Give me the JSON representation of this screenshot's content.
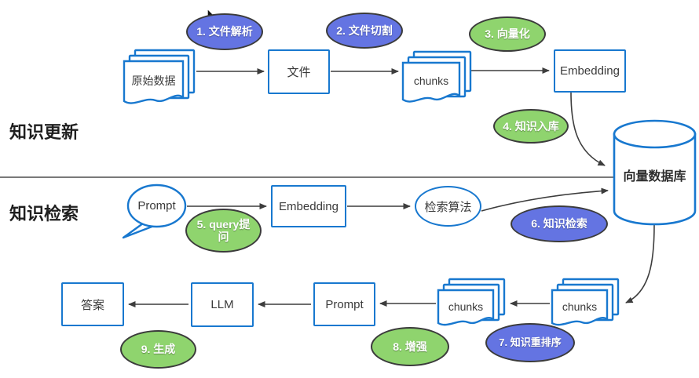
{
  "sections": {
    "knowledge_update": "知识更新",
    "knowledge_retrieval": "知识检索"
  },
  "nodes": {
    "raw_data": "原始数据",
    "file_box": "文件",
    "chunks_top": "chunks",
    "embedding_top": "Embedding",
    "vector_db": "向量数据库",
    "prompt_bubble": "Prompt",
    "embedding_mid": "Embedding",
    "retrieval_algorithm": "检索算法",
    "chunks_retrieved": "chunks",
    "chunks_reranked": "chunks",
    "prompt_box": "Prompt",
    "llm_box": "LLM",
    "answer_box": "答案"
  },
  "steps": [
    {
      "label": "1. 文件解析",
      "color": "blue"
    },
    {
      "label": "2. 文件切割",
      "color": "blue"
    },
    {
      "label": "3. 向量化",
      "color": "green"
    },
    {
      "label": "4. 知识入库",
      "color": "green"
    },
    {
      "label": "5. query提问",
      "color": "green"
    },
    {
      "label": "6. 知识检索",
      "color": "blue"
    },
    {
      "label": "7. 知识重排序",
      "color": "blue"
    },
    {
      "label": "8. 增强",
      "color": "green"
    },
    {
      "label": "9. 生成",
      "color": "green"
    }
  ],
  "colors": {
    "step_blue": "#6474E2",
    "step_green": "#8FD46E",
    "shape_border_blue": "#1878CF",
    "arrow": "#3d3d3d"
  }
}
